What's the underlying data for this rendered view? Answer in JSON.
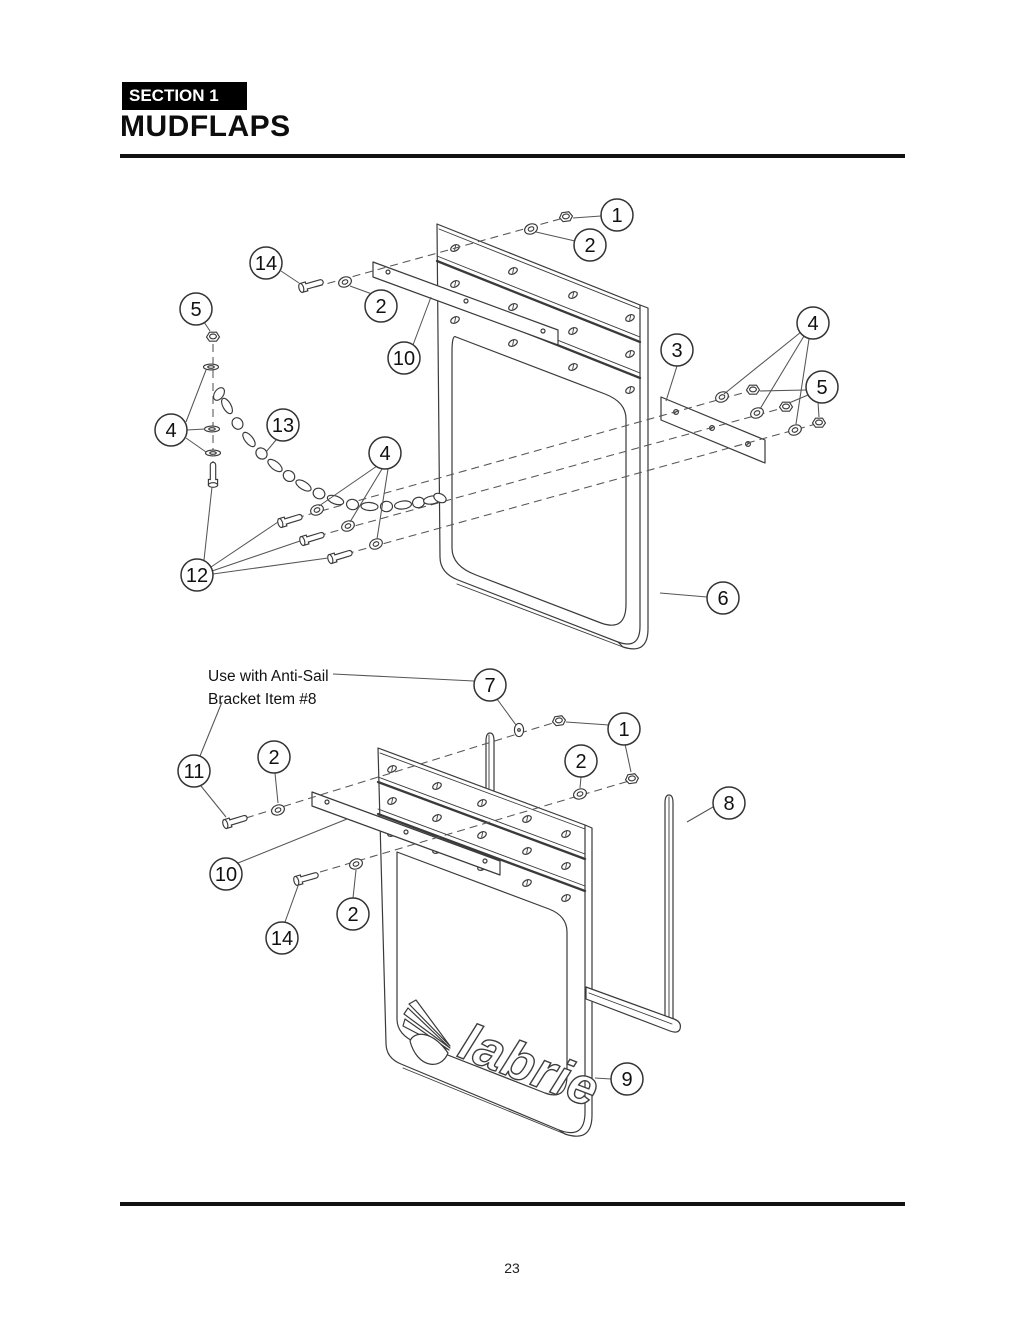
{
  "header": {
    "section_label": "SECTION 1",
    "title": "MUDFLAPS"
  },
  "annotation": {
    "line1": "Use with Anti-Sail",
    "line2": "Bracket Item #8"
  },
  "logo_text": "labrie",
  "footer": {
    "page_number": "23"
  },
  "top_diagram": {
    "callouts": [
      {
        "label": "1"
      },
      {
        "label": "2"
      },
      {
        "label": "14"
      },
      {
        "label": "2"
      },
      {
        "label": "5"
      },
      {
        "label": "10"
      },
      {
        "label": "3"
      },
      {
        "label": "4"
      },
      {
        "label": "5"
      },
      {
        "label": "4"
      },
      {
        "label": "13"
      },
      {
        "label": "4"
      },
      {
        "label": "12"
      },
      {
        "label": "6"
      }
    ]
  },
  "bottom_diagram": {
    "callouts": [
      {
        "label": "7"
      },
      {
        "label": "1"
      },
      {
        "label": "11"
      },
      {
        "label": "2"
      },
      {
        "label": "2"
      },
      {
        "label": "8"
      },
      {
        "label": "10"
      },
      {
        "label": "2"
      },
      {
        "label": "14"
      },
      {
        "label": "9"
      }
    ]
  }
}
